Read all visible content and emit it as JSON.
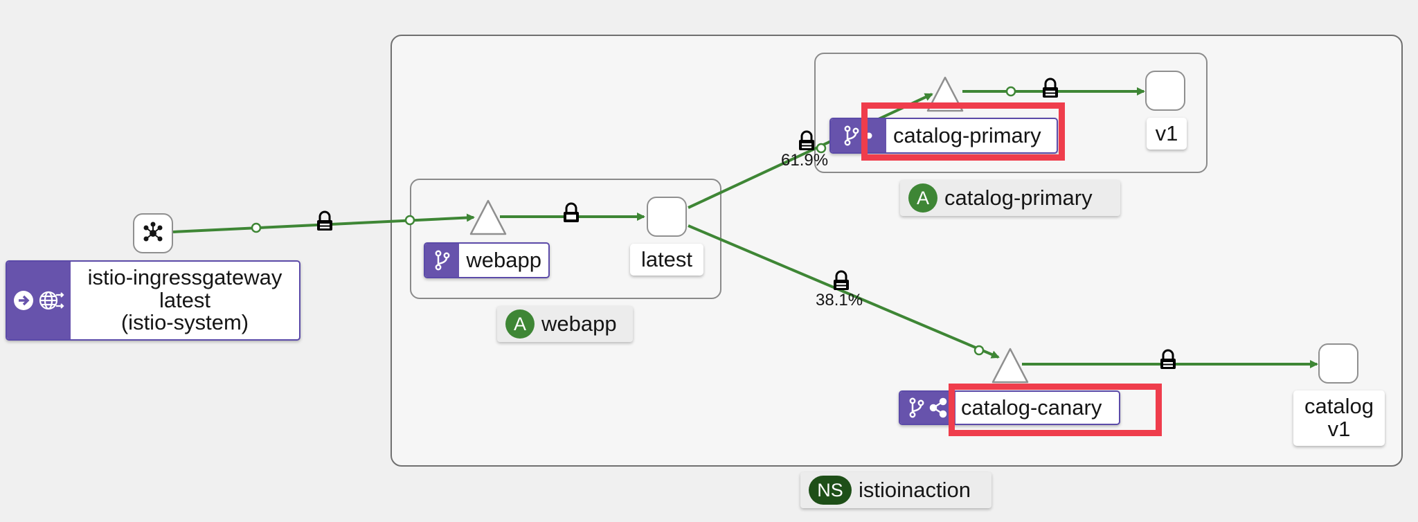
{
  "namespace": {
    "badge": "NS",
    "label": "istioinaction"
  },
  "apps": {
    "webapp": {
      "badge": "A",
      "label": "webapp"
    },
    "catalog_primary": {
      "badge": "A",
      "label": "catalog-primary"
    }
  },
  "ingress": {
    "line1": "istio-ingressgateway",
    "line2": "latest",
    "line3": "(istio-system)"
  },
  "services": {
    "webapp": "webapp",
    "catalog_primary": "catalog-primary",
    "catalog_canary": "catalog-canary"
  },
  "workloads": {
    "webapp_latest": "latest",
    "catalog_primary_v1": "v1",
    "catalog_v1_line1": "catalog",
    "catalog_v1_line2": "v1"
  },
  "edges": {
    "to_primary_pct": "61.9%",
    "to_canary_pct": "38.1%"
  },
  "colors": {
    "edge": "#3e8635",
    "badge": "#6753ac",
    "app_badge": "#3e8635",
    "ns_badge": "#1e4f18",
    "highlight": "#ef3d4c"
  }
}
